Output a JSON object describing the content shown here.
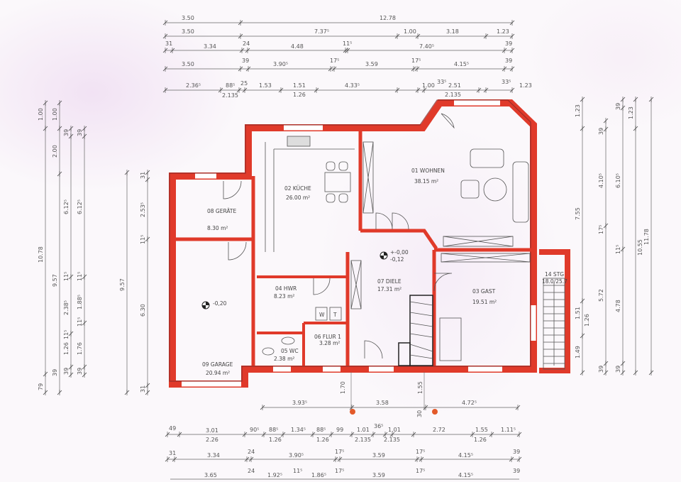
{
  "plan": {
    "type": "ground floor plan",
    "wall_color": "#e03a2a",
    "wall_dark": "#7a2a2a",
    "line_color": "#555555",
    "post_color": "#e35a2a"
  },
  "rooms": [
    {
      "id": "01",
      "name": "01 WOHNEN",
      "area": "38.15 m²"
    },
    {
      "id": "02",
      "name": "02 KÜCHE",
      "area": "26.00 m²"
    },
    {
      "id": "03",
      "name": "03 GAST",
      "area": "19.51 m²"
    },
    {
      "id": "04",
      "name": "04 HWR",
      "area": "8.23 m²"
    },
    {
      "id": "05",
      "name": "05 WC",
      "area": "2.38 m²"
    },
    {
      "id": "06",
      "name": "06 FLUR 1",
      "area": "3.28 m²"
    },
    {
      "id": "07",
      "name": "07 DIELE",
      "area": "17.31 m²"
    },
    {
      "id": "08",
      "name": "08 GERÄTE",
      "area": "8.30 m²"
    },
    {
      "id": "09",
      "name": "09 GARAGE",
      "area": "20.94 m²"
    },
    {
      "id": "14",
      "name": "14 STG",
      "area": "18.0/25.7"
    }
  ],
  "levels": {
    "diele_top": "+-0,00",
    "diele_bottom": "-0,12",
    "garage": "-0,20"
  },
  "appliances": {
    "washer": "W",
    "dryer": "T"
  },
  "dims_top": {
    "row1": [
      "3.50",
      "12.78"
    ],
    "row2": [
      "3.50",
      "7.37⁵",
      "1.00",
      "3.18",
      "1.23"
    ],
    "row3": [
      "31",
      "3.34",
      "24",
      "4.48",
      "11⁵",
      "7.40⁵",
      "39"
    ],
    "row4": [
      "3.50",
      "39",
      "3.90⁵",
      "17⁵",
      "3.59",
      "17⁵",
      "4.15⁵",
      "39"
    ],
    "row5": [
      "2.36⁵",
      "88⁵",
      "2.135",
      "25",
      "1.53",
      "1.51",
      "1.26",
      "4.33⁵",
      "1.00",
      "33⁵",
      "2.51",
      "2.135",
      "33⁵",
      "1.23"
    ]
  },
  "dims_bottom": {
    "posts": [
      "3.93⁵",
      "3.58",
      "4.72⁵",
      "1.70",
      "1.55",
      "30"
    ],
    "row1": [
      "49",
      "3.01",
      "2.26",
      "90⁵",
      "88⁵",
      "1.26",
      "1.34⁵",
      "88⁵",
      "1.26",
      "99",
      "1.01",
      "2.135",
      "36⁵",
      "1.01",
      "2.135",
      "2.72",
      "1.55",
      "1.26",
      "1.11⁵"
    ],
    "row2": [
      "31",
      "3.34",
      "24",
      "3.90⁵",
      "17⁵",
      "3.59",
      "17⁵",
      "4.15⁵",
      "39"
    ],
    "row3": [
      "3.65",
      "24",
      "1.92⁵",
      "11⁵",
      "1.86⁵",
      "17⁵",
      "3.59",
      "17⁵",
      "4.15⁵",
      "39"
    ]
  },
  "dims_left": {
    "col1": [
      "1.00",
      "10.78",
      "79"
    ],
    "col2": [
      "1.00",
      "2.00",
      "9.57",
      "39"
    ],
    "col3": [
      "39",
      "6.12⁵",
      "11⁵",
      "2.38⁵",
      "11⁵",
      "1.26",
      "39"
    ],
    "col4": [
      "39",
      "6.12⁵",
      "11⁵",
      "1.88⁵",
      "11⁵",
      "1.76",
      "39"
    ],
    "col5": [
      "9.57"
    ],
    "col6": [
      "31",
      "2.53⁵",
      "11⁵",
      "6.30",
      "31"
    ]
  },
  "dims_right": {
    "col1": [
      "1.23",
      "7.55",
      "1.51",
      "1.26",
      "1.49"
    ],
    "col2": [
      "39",
      "4.10⁵",
      "17⁵",
      "5.72",
      "39"
    ],
    "col3": [
      "39",
      "6.10⁵",
      "11⁵",
      "4.78",
      "39"
    ],
    "col4": [
      "1.23",
      "10.55"
    ],
    "col5": [
      "11.78"
    ]
  }
}
